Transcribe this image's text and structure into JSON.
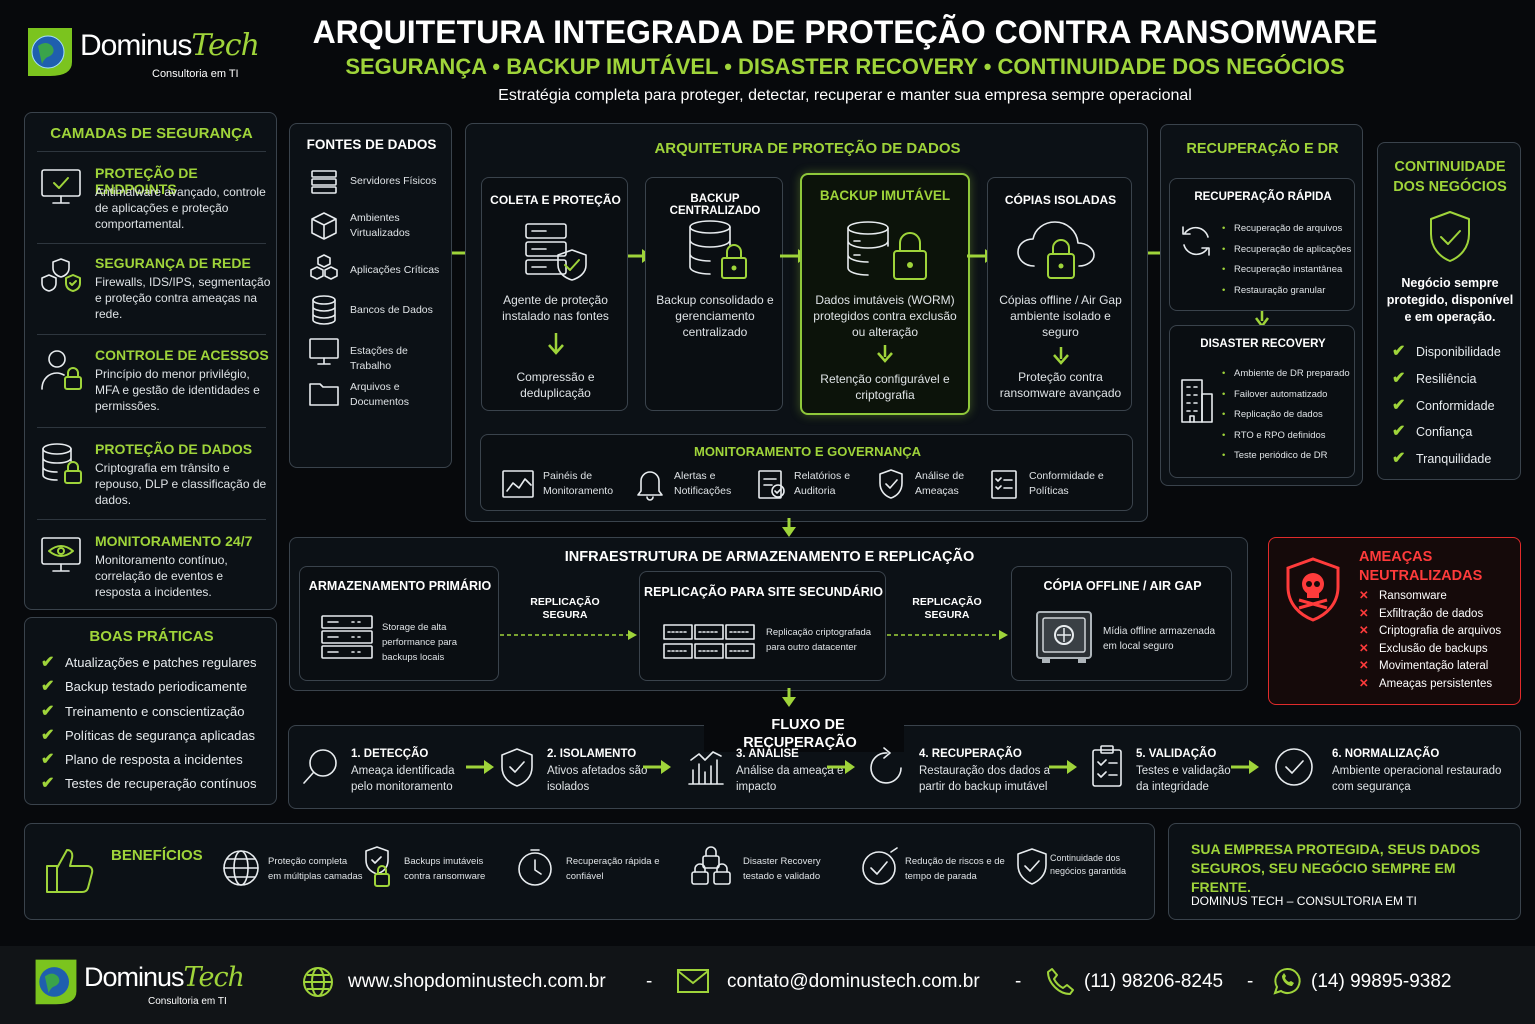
{
  "brand": {
    "name_a": "Dominus",
    "name_b": "Tech",
    "sub": "Consultoria em TI"
  },
  "header": {
    "title": "ARQUITETURA INTEGRADA DE PROTEÇÃO CONTRA RANSOMWARE",
    "subtitle": "SEGURANÇA • BACKUP IMUTÁVEL • DISASTER RECOVERY • CONTINUIDADE DOS NEGÓCIOS",
    "tagline": "Estratégia completa para proteger, detectar, recuperar e manter sua empresa sempre operacional"
  },
  "layers": {
    "title": "CAMADAS DE SEGURANÇA",
    "items": [
      {
        "title": "PROTEÇÃO DE ENDPOINTS",
        "desc": "Antimalware avançado, controle de aplicações e proteção comportamental.",
        "icon": "monitor-check-icon"
      },
      {
        "title": "SEGURANÇA DE REDE",
        "desc": "Firewalls, IDS/IPS, segmentação e proteção contra ameaças na rede.",
        "icon": "shields-icon"
      },
      {
        "title": "CONTROLE DE ACESSOS",
        "desc": "Princípio do menor privilégio, MFA e gestão de identidades e permissões.",
        "icon": "user-lock-icon"
      },
      {
        "title": "PROTEÇÃO DE DADOS",
        "desc": "Criptografia em trânsito e repouso, DLP e classificação de dados.",
        "icon": "database-lock-icon"
      },
      {
        "title": "MONITORAMENTO 24/7",
        "desc": "Monitoramento contínuo, correlação de eventos e resposta a incidentes.",
        "icon": "monitor-eye-icon"
      }
    ]
  },
  "practices": {
    "title": "BOAS PRÁTICAS",
    "items": [
      "Atualizações e patches regulares",
      "Backup testado periodicamente",
      "Treinamento e conscientização",
      "Políticas de segurança aplicadas",
      "Plano de resposta a incidentes",
      "Testes de recuperação contínuos"
    ]
  },
  "sources": {
    "title": "FONTES DE DADOS",
    "items": [
      "Servidores Físicos",
      "Ambientes Virtualizados",
      "Aplicações Críticas",
      "Bancos de Dados",
      "Estações de Trabalho",
      "Arquivos e Documentos"
    ]
  },
  "arch": {
    "title": "ARQUITETURA DE PROTEÇÃO DE DADOS",
    "stages": [
      {
        "title": "COLETA E PROTEÇÃO",
        "desc": "Agente de proteção instalado nas fontes",
        "result": "Compressão e deduplicação"
      },
      {
        "title": "BACKUP CENTRALIZADO",
        "desc": "Backup consolidado e gerenciamento centralizado",
        "result": ""
      },
      {
        "title": "BACKUP IMUTÁVEL",
        "desc": "Dados imutáveis (WORM) protegidos contra exclusão ou alteração",
        "result": "Retenção configurável e criptografia"
      },
      {
        "title": "CÓPIAS ISOLADAS",
        "desc": "Cópias offline / Air Gap ambiente isolado e seguro",
        "result": "Proteção contra ransomware avançado"
      }
    ],
    "monitoring": {
      "title": "MONITORAMENTO E GOVERNANÇA",
      "items": [
        "Painéis de Monitoramento",
        "Alertas e Notificações",
        "Relatórios e Auditoria",
        "Análise de Ameaças",
        "Conformidade e Políticas"
      ]
    }
  },
  "recovery": {
    "title": "RECUPERAÇÃO E DR",
    "fast": {
      "title": "RECUPERAÇÃO RÁPIDA",
      "items": [
        "Recuperação de arquivos",
        "Recuperação de aplicações",
        "Recuperação instantânea",
        "Restauração granular"
      ]
    },
    "dr": {
      "title": "DISASTER RECOVERY",
      "items": [
        "Ambiente de DR preparado",
        "Failover automatizado",
        "Replicação de dados",
        "RTO e RPO definidos",
        "Teste periódico de DR"
      ]
    }
  },
  "continuity": {
    "title": "CONTINUIDADE DOS NEGÓCIOS",
    "desc": "Negócio sempre protegido, disponível e em operação.",
    "items": [
      "Disponibilidade",
      "Resiliência",
      "Conformidade",
      "Confiança",
      "Tranquilidade"
    ]
  },
  "threats": {
    "title": "AMEAÇAS NEUTRALIZADAS",
    "items": [
      "Ransomware",
      "Exfiltração de dados",
      "Criptografia de arquivos",
      "Exclusão de backups",
      "Movimentação lateral",
      "Ameaças persistentes"
    ]
  },
  "infra": {
    "title": "INFRAESTRUTURA DE ARMAZENAMENTO E REPLICAÇÃO",
    "primary": {
      "title": "ARMAZENAMENTO PRIMÁRIO",
      "desc": "Storage de alta performance para backups locais"
    },
    "secondary": {
      "title": "REPLICAÇÃO PARA SITE SECUNDÁRIO",
      "desc": "Replicação criptografada para outro datacenter"
    },
    "offline": {
      "title": "CÓPIA OFFLINE / AIR GAP",
      "desc": "Mídia offline armazenada em local seguro"
    },
    "link_label": "REPLICAÇÃO SEGURA"
  },
  "flow": {
    "title": "FLUXO DE RECUPERAÇÃO",
    "steps": [
      {
        "title": "1. DETECÇÃO",
        "desc": "Ameaça identificada pelo monitoramento"
      },
      {
        "title": "2. ISOLAMENTO",
        "desc": "Ativos afetados são isolados"
      },
      {
        "title": "3. ANÁLISE",
        "desc": "Análise da ameaça e impacto"
      },
      {
        "title": "4. RECUPERAÇÃO",
        "desc": "Restauração dos dados a partir do backup imutável"
      },
      {
        "title": "5. VALIDAÇÃO",
        "desc": "Testes e validação da integridade"
      },
      {
        "title": "6. NORMALIZAÇÃO",
        "desc": "Ambiente operacional restaurado com segurança"
      }
    ]
  },
  "benefits": {
    "title": "BENEFÍCIOS",
    "items": [
      "Proteção completa em múltiplas camadas",
      "Backups imutáveis contra ransomware",
      "Recuperação rápida e confiável",
      "Disaster Recovery testado e validado",
      "Redução de riscos e de tempo de parada",
      "Continuidade dos negócios garantida"
    ]
  },
  "slogan": {
    "line": "SUA EMPRESA PROTEGIDA, SEUS DADOS SEGUROS, SEU NEGÓCIO SEMPRE EM FRENTE.",
    "sign": "DOMINUS TECH – CONSULTORIA EM TI"
  },
  "footer": {
    "site": "www.shopdominustech.com.br",
    "email": "contato@dominustech.com.br",
    "phone": "(11) 98206-8245",
    "whatsapp": "(14) 99895-9382",
    "dash": "-"
  },
  "colors": {
    "accent": "#9fd43a",
    "danger": "#ff3b3b",
    "background": "#07090c"
  }
}
